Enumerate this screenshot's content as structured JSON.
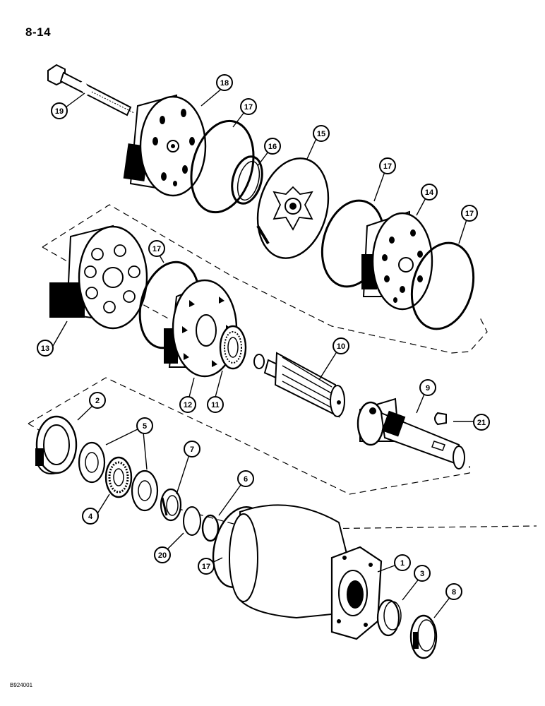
{
  "page_number": "8-14",
  "figure_code": "B924001",
  "callouts": [
    {
      "id": "c1",
      "label": "1"
    },
    {
      "id": "c2",
      "label": "2"
    },
    {
      "id": "c3",
      "label": "3"
    },
    {
      "id": "c4",
      "label": "4"
    },
    {
      "id": "c5",
      "label": "5"
    },
    {
      "id": "c6",
      "label": "6"
    },
    {
      "id": "c7",
      "label": "7"
    },
    {
      "id": "c8",
      "label": "8"
    },
    {
      "id": "c9",
      "label": "9"
    },
    {
      "id": "c10",
      "label": "10"
    },
    {
      "id": "c11",
      "label": "11"
    },
    {
      "id": "c12",
      "label": "12"
    },
    {
      "id": "c13",
      "label": "13"
    },
    {
      "id": "c14",
      "label": "14"
    },
    {
      "id": "c15",
      "label": "15"
    },
    {
      "id": "c16",
      "label": "16"
    },
    {
      "id": "c17a",
      "label": "17"
    },
    {
      "id": "c17b",
      "label": "17"
    },
    {
      "id": "c17c",
      "label": "17"
    },
    {
      "id": "c17d",
      "label": "17"
    },
    {
      "id": "c17e",
      "label": "17"
    },
    {
      "id": "c18",
      "label": "18"
    },
    {
      "id": "c19",
      "label": "19"
    },
    {
      "id": "c20",
      "label": "20"
    },
    {
      "id": "c21",
      "label": "21"
    }
  ]
}
